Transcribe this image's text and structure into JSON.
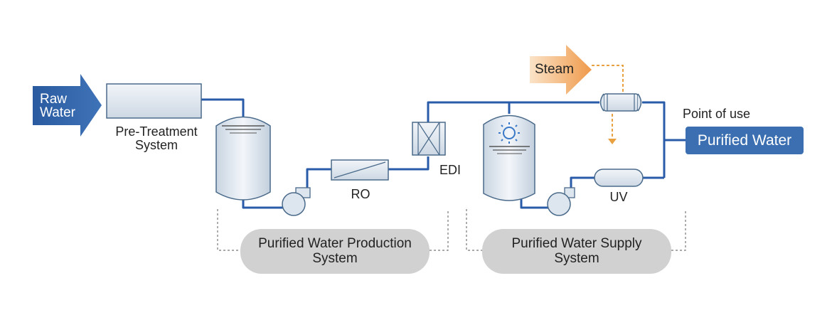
{
  "labels": {
    "raw_water": "Raw\nWater",
    "pre_treatment": "Pre-Treatment\nSystem",
    "ro": "RO",
    "edi": "EDI",
    "steam": "Steam",
    "uv": "UV",
    "point_of_use": "Point of use",
    "purified_water": "Purified Water"
  },
  "groups": {
    "production": "Purified Water Production\nSystem",
    "supply": "Purified Water Supply\nSystem"
  },
  "colors": {
    "pipe": "#2a5ba8",
    "equipment_fill": "#dde5ee",
    "equipment_stroke": "#4a6a8a",
    "raw_water_arrow": "#2c5a9e",
    "steam_arrow": "#f1a35a",
    "steam_line": "#e8a040",
    "group_fill": "#d1d1d1",
    "purified_box": "#3b6fb1"
  }
}
